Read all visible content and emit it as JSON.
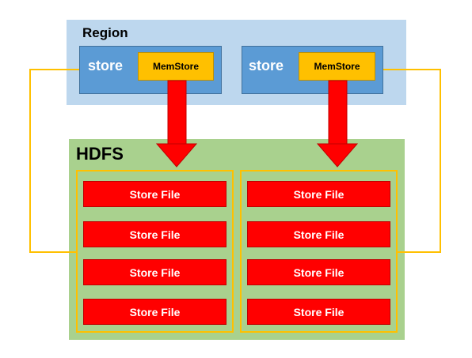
{
  "region": {
    "title": "Region",
    "stores": [
      {
        "label": "store",
        "memstore": "MemStore"
      },
      {
        "label": "store",
        "memstore": "MemStore"
      }
    ]
  },
  "hdfs": {
    "title": "HDFS",
    "groups": [
      {
        "files": [
          "Store File",
          "Store File",
          "Store File",
          "Store File"
        ]
      },
      {
        "files": [
          "Store File",
          "Store File",
          "Store File",
          "Store File"
        ]
      }
    ]
  },
  "colors": {
    "region_bg": "#bdd7ee",
    "store_bg": "#5b9bd5",
    "memstore_bg": "#ffc000",
    "hdfs_bg": "#a9d18e",
    "storefile_bg": "#ff0000",
    "connector": "#ffc000",
    "arrow": "#ff0000"
  }
}
